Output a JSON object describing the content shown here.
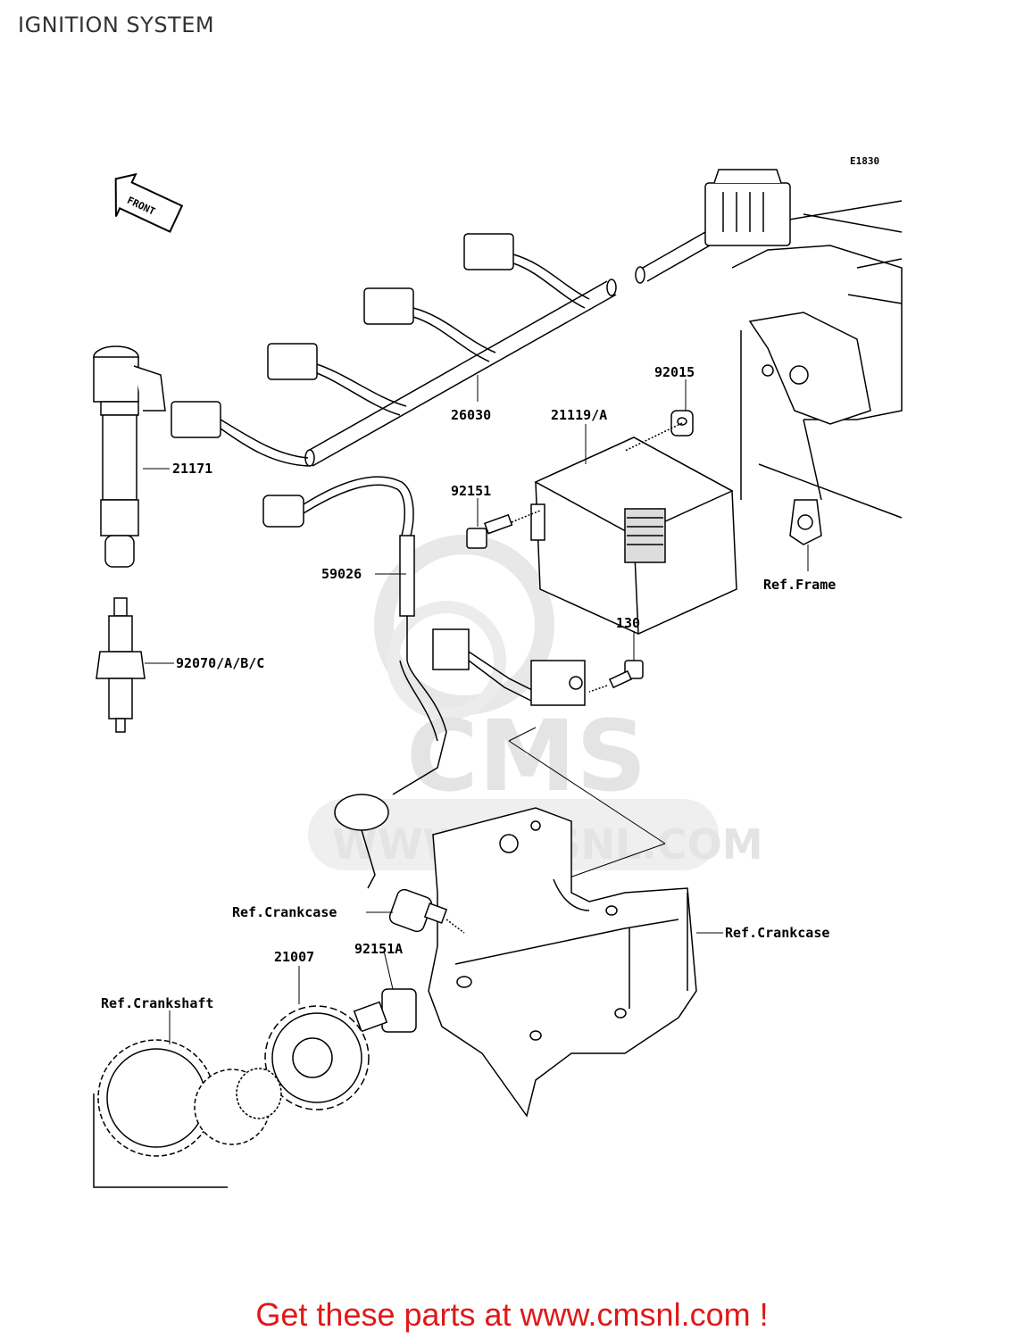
{
  "page_title": "IGNITION SYSTEM",
  "diagram_code": "E1830",
  "front_marker": "FRONT",
  "parts": {
    "harness": "26030",
    "ignitor": "21119/A",
    "rubber_spacer": "92015",
    "bolt_ignitor": "92151",
    "ignition_coil": "21171",
    "lead_wire": "59026",
    "spark_plug": "92070/A/B/C",
    "bolt_sensor": "130",
    "rotor": "21007",
    "bolt_rotor": "92151A"
  },
  "refs": {
    "frame": "Ref.Frame",
    "crankcase_left": "Ref.Crankcase",
    "crankcase_right": "Ref.Crankcase",
    "crankshaft": "Ref.Crankshaft"
  },
  "watermark": {
    "logo": "CMS",
    "url": "WWW.CMSNL.COM"
  },
  "footer": {
    "cta": "Get these parts at www.cmsnl.com !"
  }
}
